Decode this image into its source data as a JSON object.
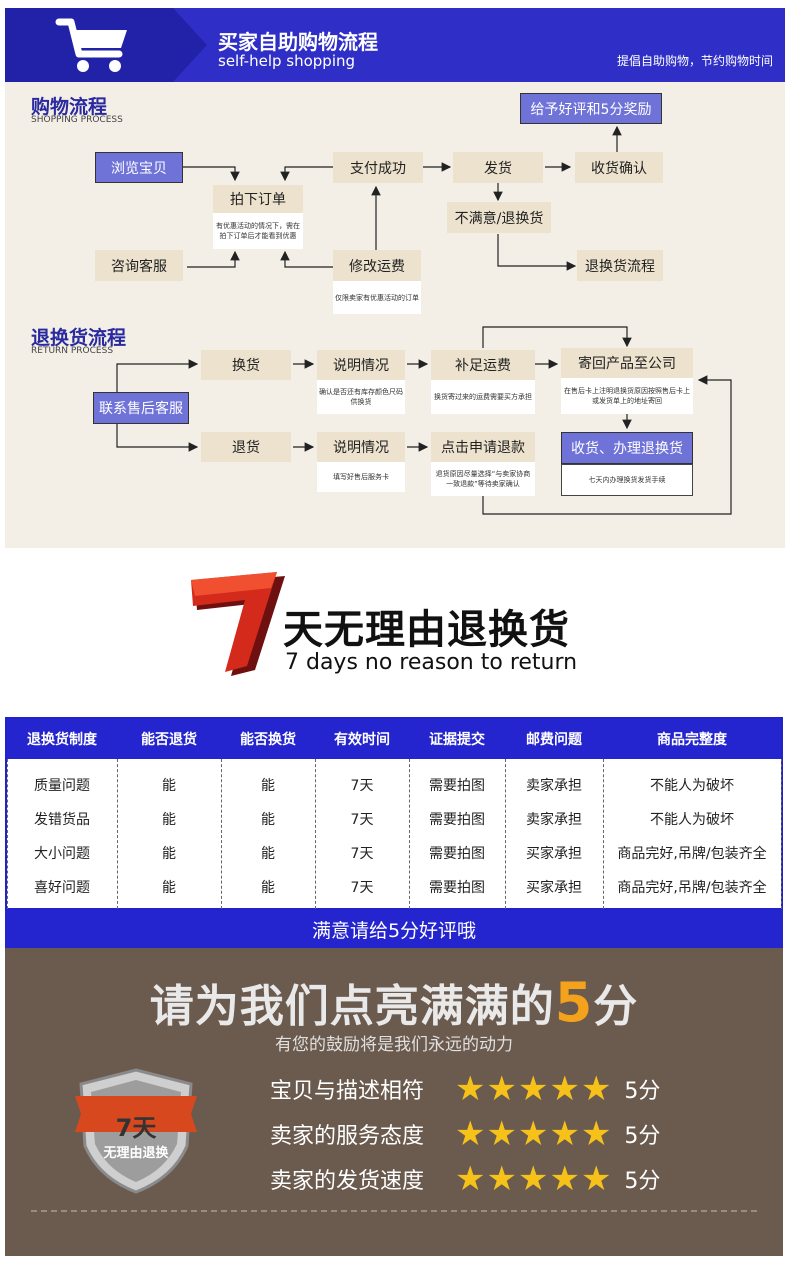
{
  "header": {
    "title": "买家自助购物流程",
    "subtitle": "self-help shopping",
    "tagline": "提倡自助购物，节约购物时间"
  },
  "shopping": {
    "title": "购物流程",
    "subtitle": "SHOPPING PROCESS",
    "browse": "浏览宝贝",
    "consult": "咨询客服",
    "order": "拍下订单",
    "order_note": "有优惠活动的情况下，需在拍下订单后才能看到优惠",
    "pay": "支付成功",
    "modify": "修改运费",
    "modify_note": "仅限卖家有优惠活动的订单",
    "ship": "发货",
    "reward": "给予好评和5分奖励",
    "confirm": "收货确认",
    "unsatisfied": "不满意/退换货",
    "return_flow": "退换货流程"
  },
  "returns": {
    "title": "退换货流程",
    "subtitle": "RETURN PROCESS",
    "contact": "联系售后客服",
    "exchange": "换货",
    "refund": "退货",
    "explain1": "说明情况",
    "explain1_note": "确认是否还有库存颜色尺码供换货",
    "explain2": "说明情况",
    "explain2_note": "填写好售后服务卡",
    "pay_extra": "补足运费",
    "pay_extra_note": "换货寄过来的运费需要买方承担",
    "apply_refund": "点击申请退款",
    "apply_refund_note": "退货原因尽量选择“与卖家协商一致退款”等待卖家确认",
    "send_back": "寄回产品至公司",
    "send_back_note": "在售后卡上注明退换货原因按照售后卡上或发货单上的地址寄回",
    "receive": "收货、办理退换货",
    "receive_note": "七天内办理换货发货手续"
  },
  "seven_days": {
    "numeral": "7",
    "title": "天无理由退换货",
    "subtitle": "7 days no reason to return"
  },
  "policy_table": {
    "headers": [
      "退换货制度",
      "能否退货",
      "能否换货",
      "有效时间",
      "证据提交",
      "邮费问题",
      "商品完整度"
    ],
    "rows": [
      [
        "质量问题",
        "能",
        "能",
        "7天",
        "需要拍图",
        "卖家承担",
        "不能人为破坏"
      ],
      [
        "发错货品",
        "能",
        "能",
        "7天",
        "需要拍图",
        "卖家承担",
        "不能人为破坏"
      ],
      [
        "大小问题",
        "能",
        "能",
        "7天",
        "需要拍图",
        "买家承担",
        "商品完好,吊牌/包装齐全"
      ],
      [
        "喜好问题",
        "能",
        "能",
        "7天",
        "需要拍图",
        "买家承担",
        "商品完好,吊牌/包装齐全"
      ]
    ],
    "footer": "满意请给5分好评哦"
  },
  "rating": {
    "title_pre": "请为我们点亮满满的",
    "title_num": "5",
    "title_post": "分",
    "subtitle": "有您的鼓励将是我们永远的动力",
    "badge_top": "7天",
    "badge_bottom": "无理由退换",
    "items": [
      {
        "label": "宝贝与描述相符",
        "stars": 5,
        "score": "5分"
      },
      {
        "label": "卖家的服务态度",
        "stars": 5,
        "score": "5分"
      },
      {
        "label": "卖家的发货速度",
        "stars": 5,
        "score": "5分"
      }
    ],
    "star_color": "#f6c21a"
  },
  "colors": {
    "brand_blue": "#2525d0",
    "box_beige": "#ece2ce",
    "accent_orange": "#f4a21c"
  }
}
